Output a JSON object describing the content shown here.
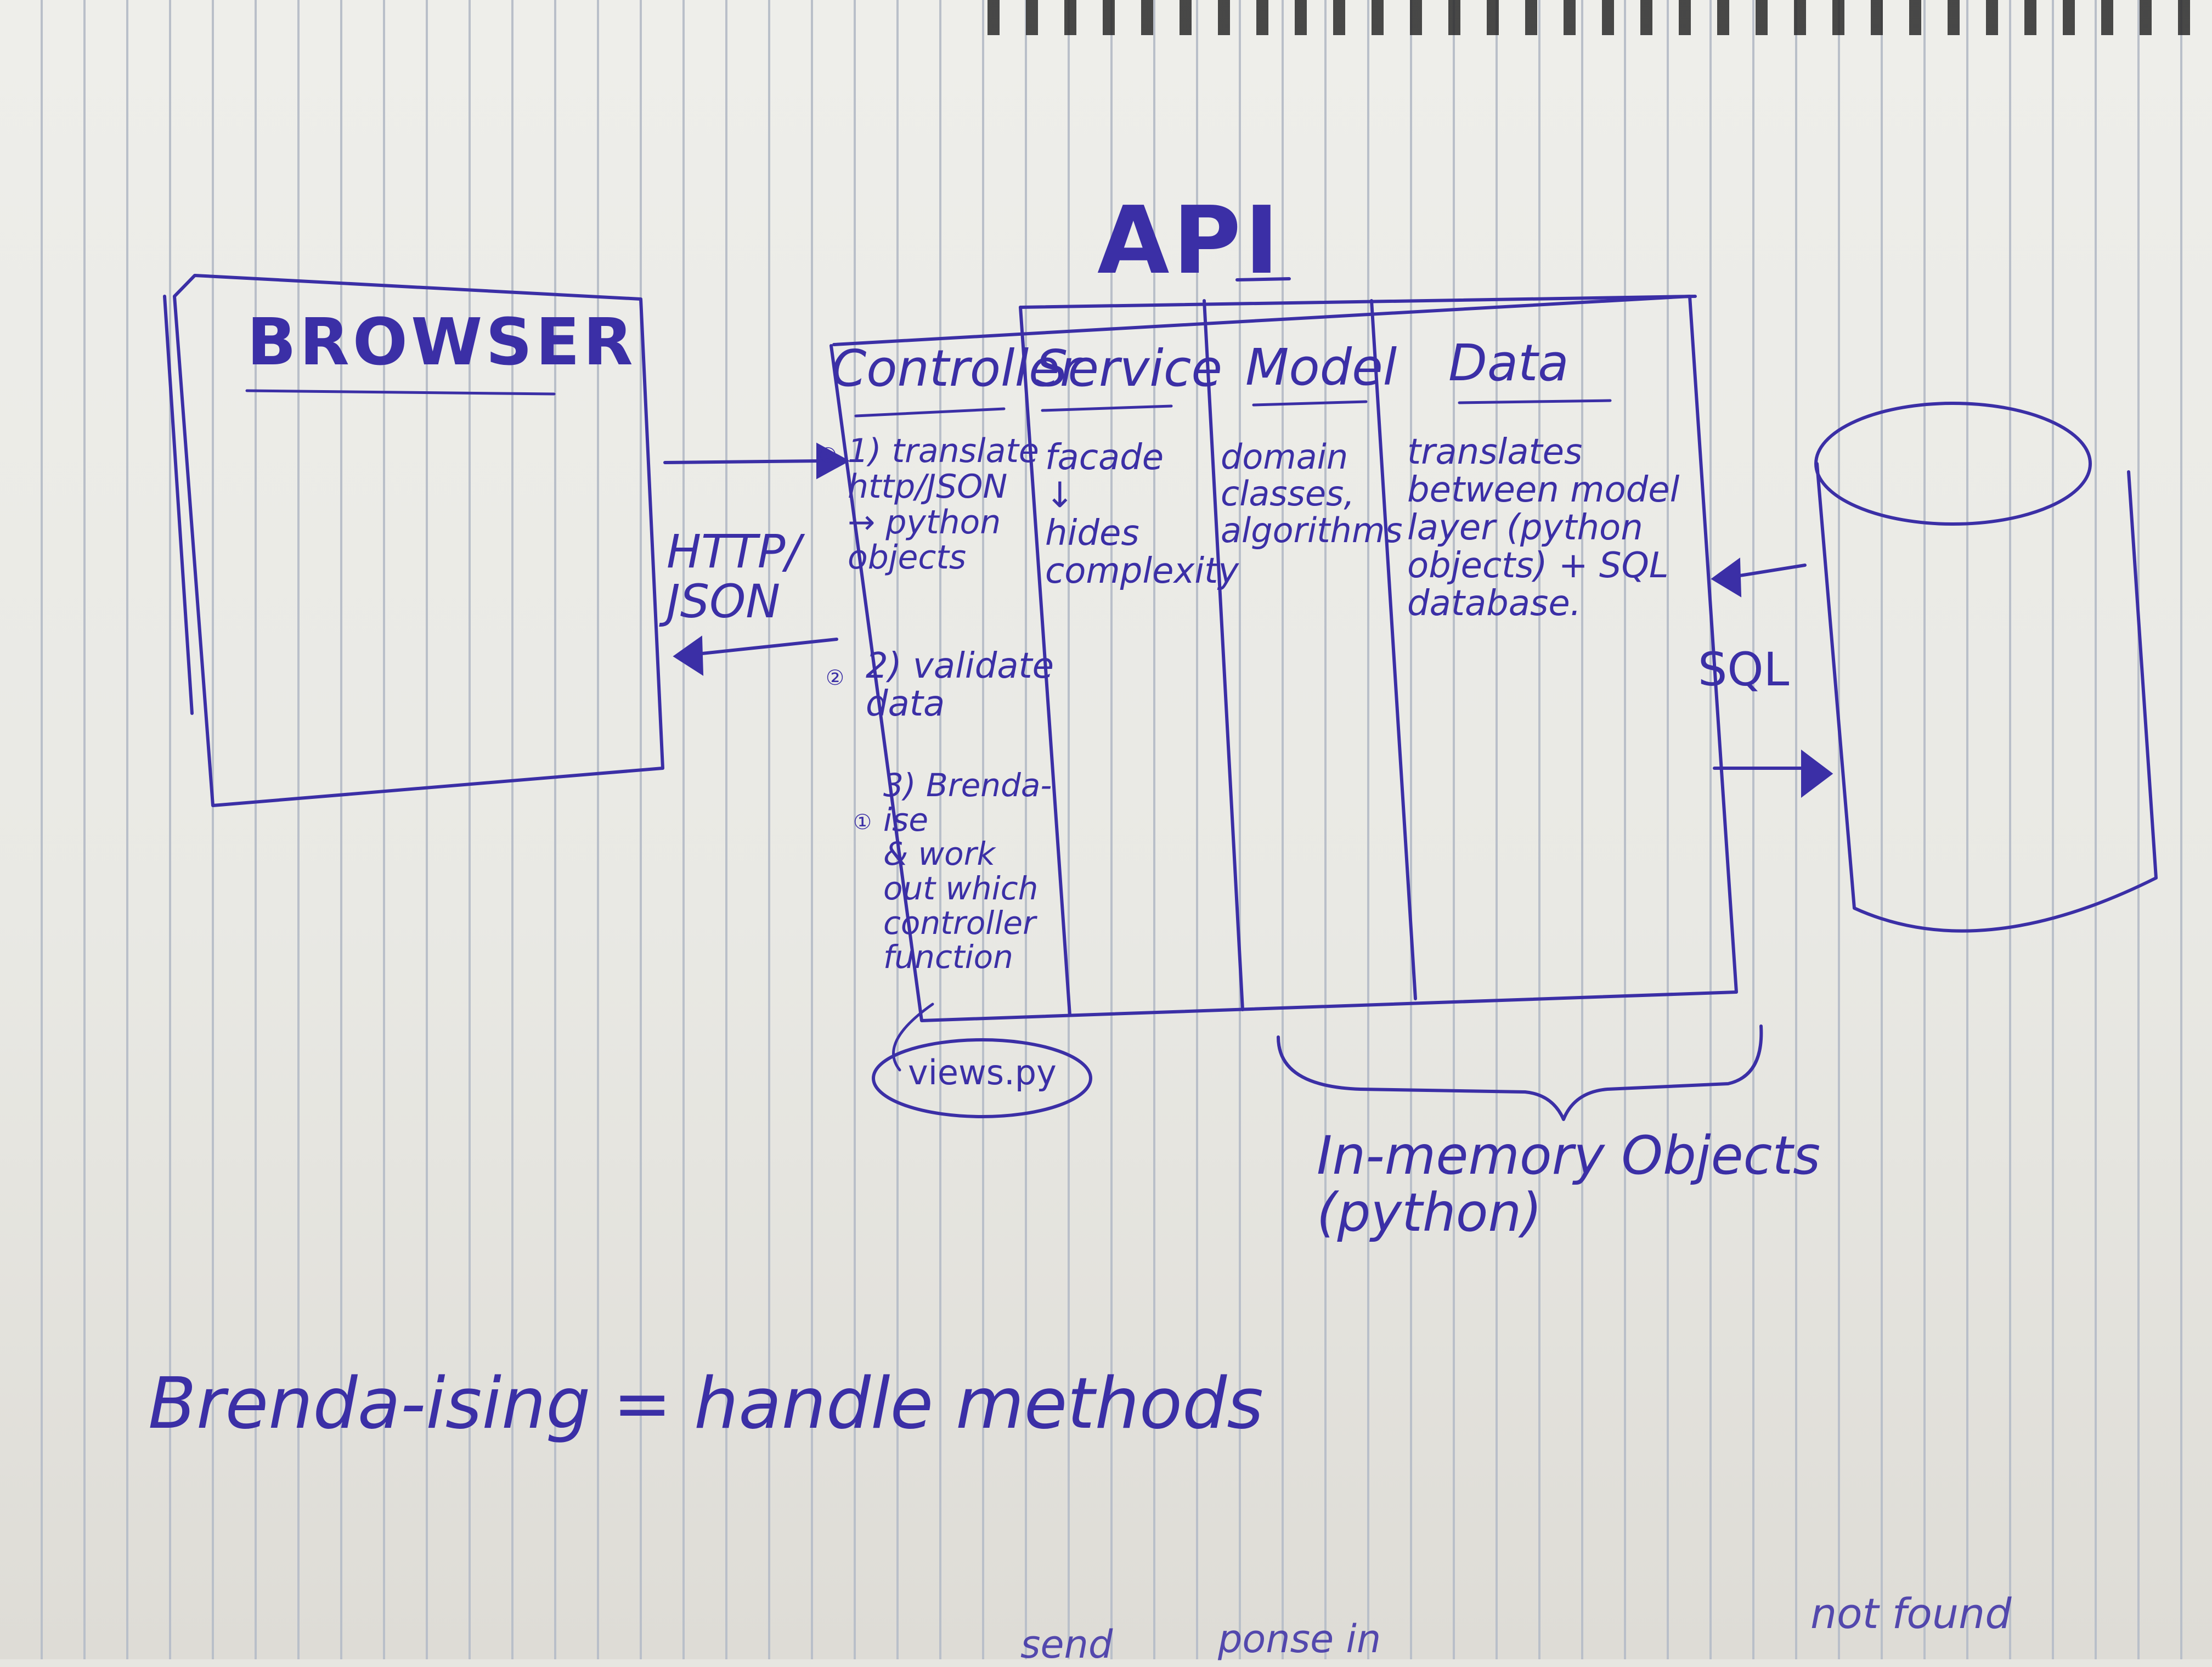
{
  "title": "API",
  "browser_label": "BROWSER",
  "protocol_label": "HTTP/\nJSON",
  "sql_label": "SQL",
  "columns": [
    {
      "header": "Controller"
    },
    {
      "header": "Service"
    },
    {
      "header": "Model"
    },
    {
      "header": "Data"
    }
  ],
  "controller": {
    "step1_num": "③",
    "step1": "1) translate\nhttp/JSON\n→ python\nobjects",
    "step2_num": "②",
    "step2": "2) validate\ndata",
    "step3_num": "①",
    "step3": "3) Brenda-\nise\n& work\nout which\ncontroller\nfunction"
  },
  "service_text": "facade\n↓\nhides\ncomplexity",
  "model_text": "domain\nclasses,\nalgorithms",
  "data_text": "translates\nbetween model\nlayer (python\nobjects) + SQL\ndatabase.",
  "views_label": "views.py",
  "in_memory_label": "In-memory Objects\n(python)",
  "footnote": "Brenda-ising = handle methods",
  "bottom_fragments": [
    "not found",
    "send",
    "ponse in"
  ],
  "ink_color": "#3b2fa6"
}
